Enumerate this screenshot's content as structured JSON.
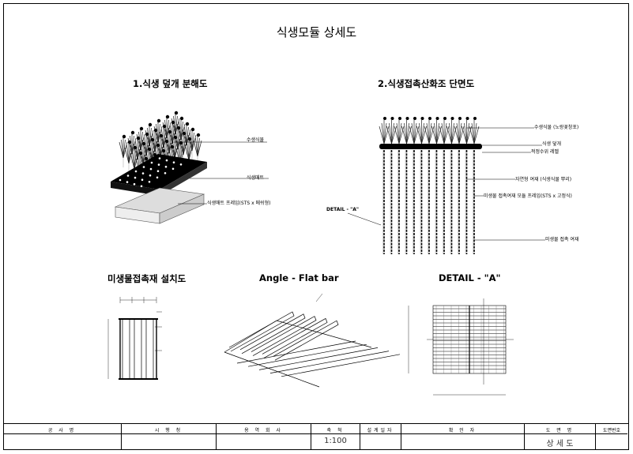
{
  "title": "식생모듈 상세도",
  "sections": {
    "s1": "1.식생 덮개 분해도",
    "s2": "2.식생접촉산화조 단면도",
    "s3": "미생물접촉재 설치도",
    "s4": "Angle - Flat bar",
    "s5": "DETAIL - \"A\""
  },
  "labels1": {
    "plants": "수생식물",
    "mat": "식생매트",
    "frame": "식생매트 프레임(STS x 메쉬형)"
  },
  "labels2": {
    "plants": "수생식물 (노랑꽃창포)",
    "cover": "식생 덮개",
    "water": "적정수위 레벨",
    "natural": "자연형 여재 (식생식물 뿌리)",
    "module": "미생물 접촉여재 모듈 프레임(STS x 고정식)",
    "detail": "DETAIL - \"A\"",
    "media": "미생물 접촉 여재"
  },
  "titleblock": {
    "c1": "공 사 명",
    "c2": "시 행 청",
    "c3": "용 역 회 사",
    "c4": "축 척",
    "c5": "설계일자",
    "c6": "확 인 자",
    "c7": "도 면 명",
    "c8": "도면번호",
    "scale": "1:100",
    "drawing_name": "상 세 도"
  }
}
